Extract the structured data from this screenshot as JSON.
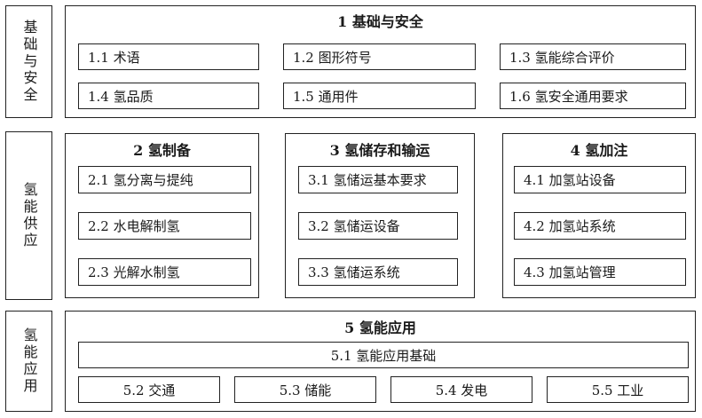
{
  "sections": {
    "foundation": {
      "side_label": "基础与安全",
      "title": "1 基础与安全",
      "items": [
        "1.1 术语",
        "1.2 图形符号",
        "1.3 氢能综合评价",
        "1.4 氢品质",
        "1.5 通用件",
        "1.6 氢安全通用要求"
      ]
    },
    "supply": {
      "side_label": "氢能供应",
      "groups": [
        {
          "title": "2 氢制备",
          "items": [
            "2.1 氢分离与提纯",
            "2.2 水电解制氢",
            "2.3 光解水制氢"
          ]
        },
        {
          "title": "3 氢储存和输运",
          "items": [
            "3.1 氢储运基本要求",
            "3.2 氢储运设备",
            "3.3 氢储运系统"
          ]
        },
        {
          "title": "4 氢加注",
          "items": [
            "4.1 加氢站设备",
            "4.2 加氢站系统",
            "4.3 加氢站管理"
          ]
        }
      ]
    },
    "application": {
      "side_label": "氢能应用",
      "title": "5 氢能应用",
      "base_item": "5.1 氢能应用基础",
      "items": [
        "5.2 交通",
        "5.3 储能",
        "5.4 发电",
        "5.5 工业"
      ]
    }
  }
}
